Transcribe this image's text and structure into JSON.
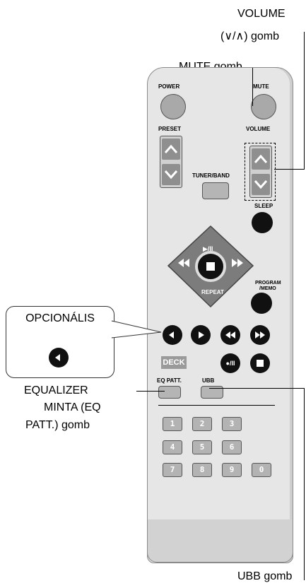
{
  "callouts": {
    "volume_line1": "VOLUME",
    "volume_line2": "(∨/∧) gomb",
    "mute": "MUTE gomb",
    "optional": "OPCIONÁLIS",
    "equalizer_line1": "EQUALIZER",
    "equalizer_line2": "MINTA (EQ",
    "equalizer_line3": "PATT.) gomb",
    "ubb": "UBB gomb"
  },
  "remote": {
    "power": "POWER",
    "mute": "MUTE",
    "preset": "PRESET",
    "volume": "VOLUME",
    "tuner_band": "TUNER/BAND",
    "sleep": "SLEEP",
    "play_pause": "▶/II",
    "repeat": "REPEAT",
    "program_memo_line1": "PROGRAM",
    "program_memo_line2": "/MEMO",
    "deck": "DECK",
    "rec_pause": "●/II",
    "eq_patt": "EQ PATT.",
    "ubb": "UBB",
    "numbers": [
      "1",
      "2",
      "3",
      "4",
      "5",
      "6",
      "7",
      "8",
      "9",
      "0"
    ]
  }
}
